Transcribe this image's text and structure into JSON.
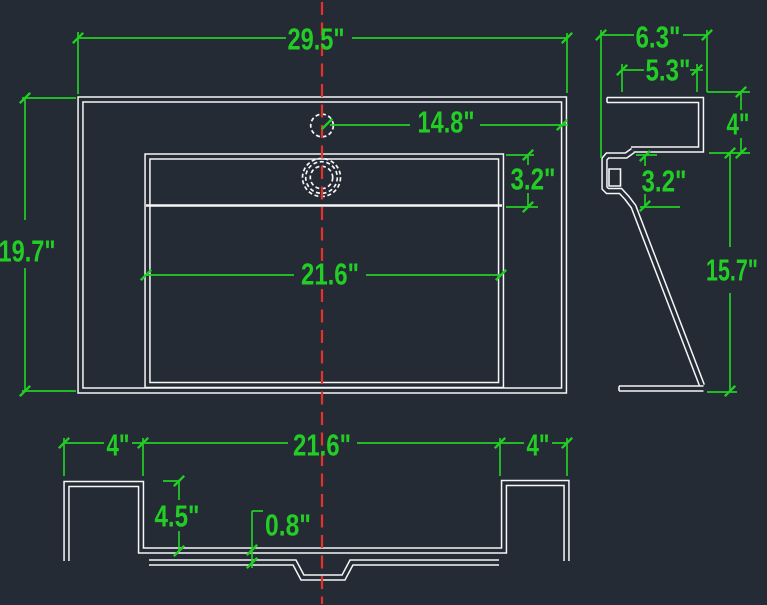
{
  "colors": {
    "background": "#252b34",
    "geometry": "#f5f6f7",
    "dimension": "#22ce25",
    "centerline": "#e5322b"
  },
  "views": {
    "front": {
      "overall_width": "29.5\"",
      "overall_height": "19.7\"",
      "faucet_hole_offset": "14.8\"",
      "basin_top_inset": "3.2\"",
      "basin_width": "21.6\""
    },
    "side": {
      "overall_depth": "6.3\"",
      "top_depth": "5.3\"",
      "apron_height": "4\"",
      "rim_height": "3.2\"",
      "overall_height": "15.7\""
    },
    "bottom": {
      "left_flange_width": "4\"",
      "basin_width": "21.6\"",
      "right_flange_width": "4\"",
      "basin_depth": "4.5\"",
      "wall_thickness": "0.8\""
    }
  }
}
